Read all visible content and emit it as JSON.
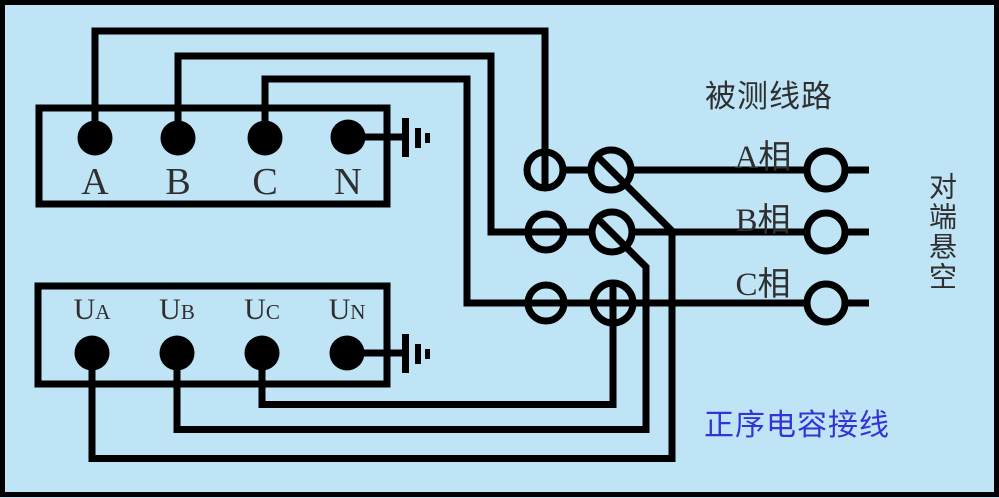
{
  "labels": {
    "measured_line": "被测线路",
    "far_end": "对端悬空",
    "caption": "正序电容接线"
  },
  "phases": [
    {
      "label": "A相"
    },
    {
      "label": "B相"
    },
    {
      "label": "C相"
    }
  ],
  "source_box": {
    "terminals": [
      "A",
      "B",
      "C",
      "N"
    ]
  },
  "voltage_box": {
    "terminals": [
      {
        "base": "U",
        "sub": "A"
      },
      {
        "base": "U",
        "sub": "B"
      },
      {
        "base": "U",
        "sub": "C"
      },
      {
        "base": "U",
        "sub": "N"
      }
    ]
  },
  "colors": {
    "background": "#bee4f6",
    "wire": "#000000",
    "text": "#2f2f2f",
    "caption": "#3434d6"
  }
}
